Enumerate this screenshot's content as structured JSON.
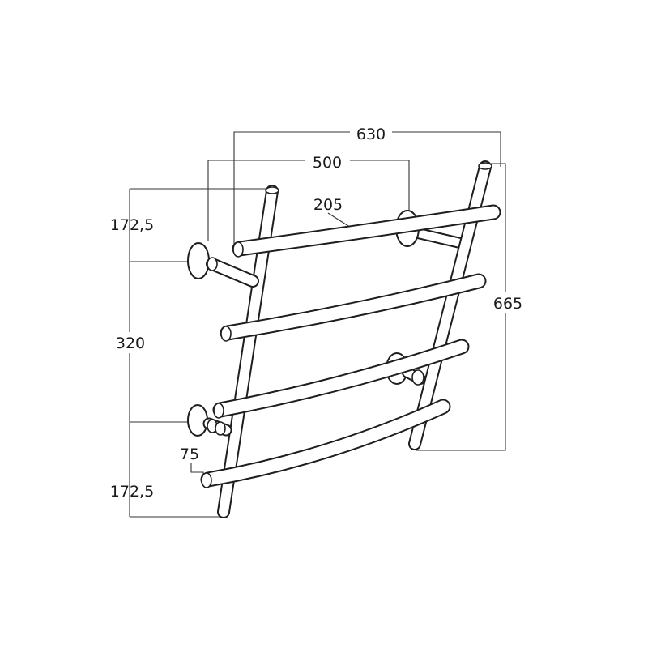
{
  "dimensions": {
    "overall_width": "630",
    "mount_spacing": "500",
    "bar_length": "205",
    "overall_height": "665",
    "top_offset": "172,5",
    "mount_height": "320",
    "bottom_offset": "172,5",
    "wall_depth": "75"
  }
}
